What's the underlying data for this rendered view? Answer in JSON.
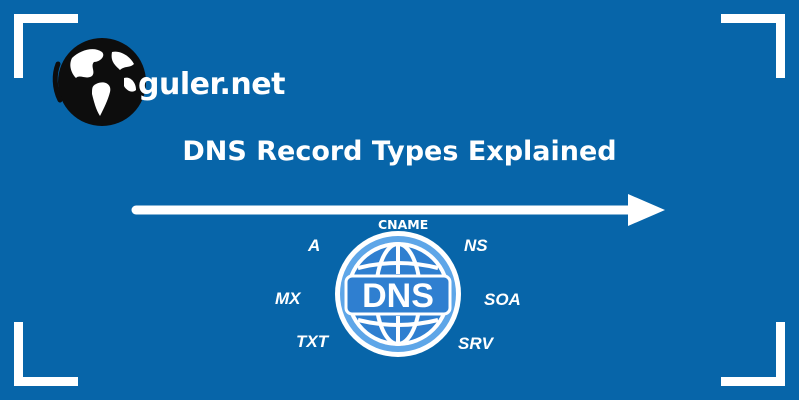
{
  "logo": {
    "text": "guler.net"
  },
  "title": "DNS Record Types Explained",
  "badge": {
    "label": "DNS"
  },
  "records": {
    "cname": "CNAME",
    "a": "A",
    "ns": "NS",
    "mx": "MX",
    "soa": "SOA",
    "txt": "TXT",
    "srv": "SRV"
  },
  "colors": {
    "background": "#0765a9",
    "foreground": "#ffffff",
    "globe": "#0d0d0d",
    "badge_inner": "#2f7fd0",
    "badge_ring": "#5ea6e8"
  },
  "icons": {
    "logo": "world-globe-icon",
    "arrow": "arrow-right-icon",
    "badge": "dns-globe-icon"
  }
}
